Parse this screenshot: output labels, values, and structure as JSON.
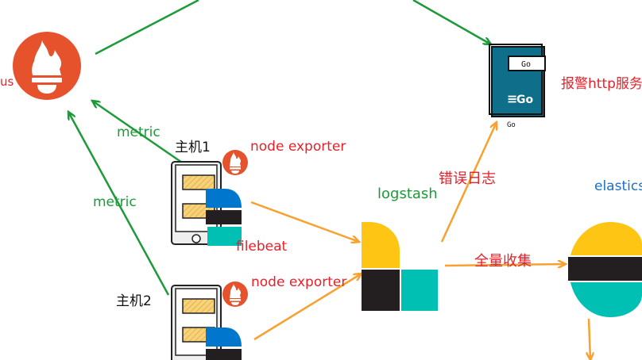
{
  "labels": {
    "prometheus_partial": "us",
    "alert_service": "报警http服务",
    "metric_upper": "metric",
    "metric_lower": "metric",
    "host1": "主机1",
    "host2": "主机2",
    "node_exporter_1": "node exporter",
    "node_exporter_2": "node exporter",
    "filebeat": "filebeat",
    "logstash": "logstash",
    "error_log": "错误日志",
    "full_collect": "全量收集",
    "elastic_partial": "elastics"
  },
  "go_logo_text": "Go",
  "colors": {
    "prometheus": "#e6522c",
    "arrow_green": "#1d9a3a",
    "arrow_orange": "#f7a12f",
    "text_red": "#e8202a",
    "go_teal": "#0f6f8a",
    "elastic_yellow": "#fec514",
    "elastic_teal": "#00bfb3",
    "elastic_blue": "#0077cc",
    "elastic_dark": "#231f20",
    "host_fill": "#f3c95c"
  },
  "icons": [
    "prometheus-icon",
    "go-service-icon",
    "server-icon",
    "filebeat-icon",
    "logstash-icon",
    "elasticsearch-icon"
  ]
}
